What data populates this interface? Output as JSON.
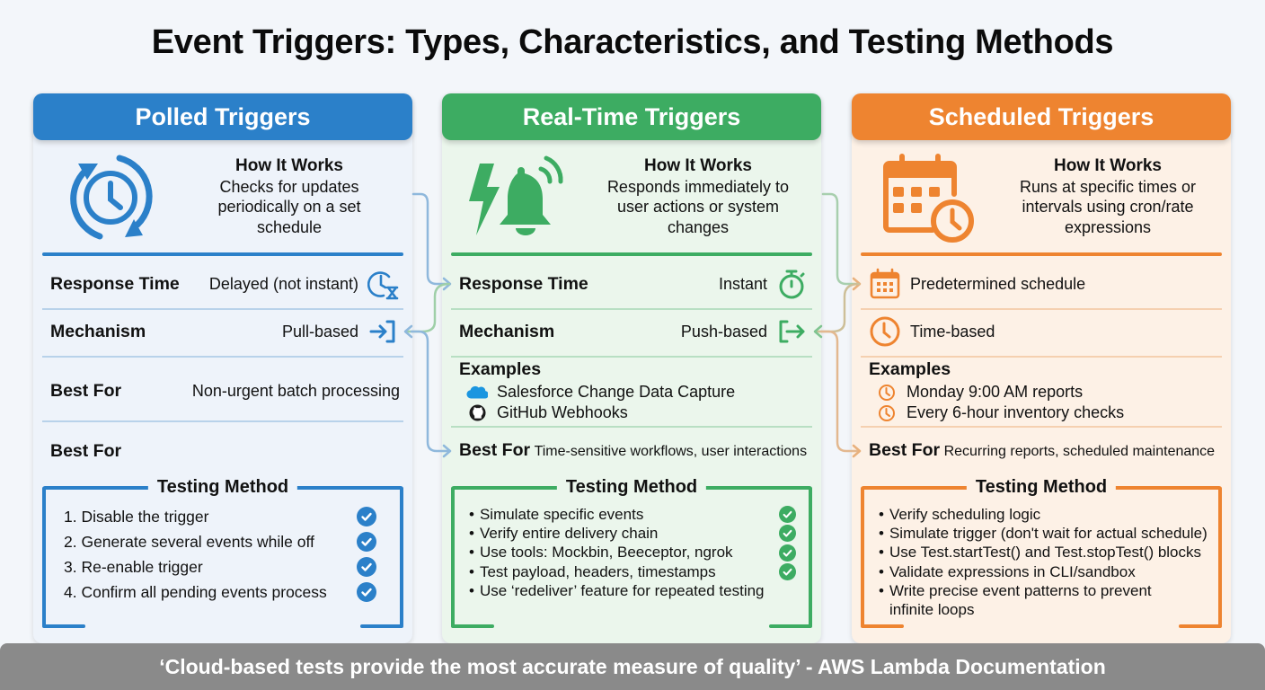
{
  "title": "Event Triggers: Types, Characteristics, and Testing Methods",
  "colors": {
    "blue": "#2b80c9",
    "green": "#3dac62",
    "orange": "#ee8430",
    "footer_bg": "#8a8a8a"
  },
  "polled": {
    "header": "Polled Triggers",
    "hero_icon": "clock-refresh-icon",
    "how_title": "How It Works",
    "how_lines": [
      "Checks for updates",
      "periodically on a set",
      "schedule"
    ],
    "response_label": "Response Time",
    "response_value": "Delayed (not instant)",
    "response_icon": "clock-hourglass-icon",
    "mechanism_label": "Mechanism",
    "mechanism_value": "Pull-based",
    "mechanism_icon": "login-arrow-icon",
    "bestfor_label": "Best For",
    "bestfor_value": "Non-urgent batch processing",
    "bestfor2_label": "Best For",
    "testing_title": "Testing Method",
    "testing_items": [
      "1. Disable the trigger",
      "2. Generate several events while off",
      "3. Re-enable trigger",
      "4. Confirm all pending events process"
    ]
  },
  "realtime": {
    "header": "Real-Time Triggers",
    "hero_icon": "lightning-bell-icon",
    "how_title": "How It Works",
    "how_lines": [
      "Responds immediately to",
      "user actions or system",
      "changes"
    ],
    "response_label": "Response Time",
    "response_value": "Instant",
    "response_icon": "stopwatch-icon",
    "mechanism_label": "Mechanism",
    "mechanism_value": "Push-based",
    "mechanism_icon": "logout-arrow-icon",
    "examples_label": "Examples",
    "examples": [
      {
        "icon": "salesforce-cloud-icon",
        "text": "Salesforce Change Data Capture"
      },
      {
        "icon": "github-icon",
        "text": "GitHub Webhooks"
      }
    ],
    "bestfor_label": "Best For",
    "bestfor_value": "Time-sensitive workflows, user interactions",
    "testing_title": "Testing Method",
    "testing_items": [
      "Simulate specific events",
      "Verify entire delivery chain",
      "Use tools: Mockbin, Beeceptor, ngrok",
      "Test payload, headers, timestamps",
      "Use ‘redeliver’ feature for repeated testing"
    ]
  },
  "scheduled": {
    "header": "Scheduled Triggers",
    "hero_icon": "calendar-clock-icon",
    "how_title": "How It Works",
    "how_lines": [
      "Runs at specific times or",
      "intervals using cron/rate",
      "expressions"
    ],
    "response_value": "Predetermined schedule",
    "response_icon": "calendar-icon",
    "mechanism_value": "Time-based",
    "mechanism_icon": "clock-icon",
    "examples_label": "Examples",
    "examples": [
      {
        "icon": "clock-icon",
        "text": "Monday 9:00 AM reports"
      },
      {
        "icon": "clock-icon",
        "text": "Every 6-hour inventory checks"
      }
    ],
    "bestfor_label": "Best For",
    "bestfor_value": "Recurring reports, scheduled maintenance",
    "testing_title": "Testing Method",
    "testing_items": [
      "Verify scheduling logic",
      "Simulate trigger (don't wait for actual schedule)",
      "Use Test.startTest() and Test.stopTest() blocks",
      "Validate expressions in CLI/sandbox",
      "Write precise event patterns to prevent",
      "infinite loops"
    ]
  },
  "footer": "‘Cloud-based tests provide the most accurate measure of quality’ - AWS Lambda Documentation"
}
